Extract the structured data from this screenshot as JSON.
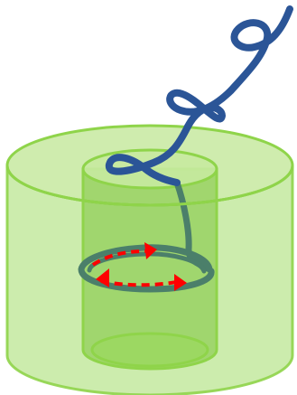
{
  "colors": {
    "background": "#ffffff",
    "cylinder_fill": "#8fd44a",
    "cylinder_stroke": "#8fd44a",
    "bore_fill": "#7cc43a",
    "strand_outside": "#2b5597",
    "strand_inside": "#4b7f6a",
    "direction_arrows": "#ff0000"
  },
  "components": {
    "outer_cylinder": "translucent-green-outer-cylinder",
    "inner_bore": "translucent-green-inner-cylinder",
    "strand": "blue-coiled-strand",
    "loop": "strand-loop-inside-bore",
    "arrows": [
      "counterclockwise-arrow-right",
      "counterclockwise-arrow-left",
      "counterclockwise-arrow-front"
    ]
  }
}
